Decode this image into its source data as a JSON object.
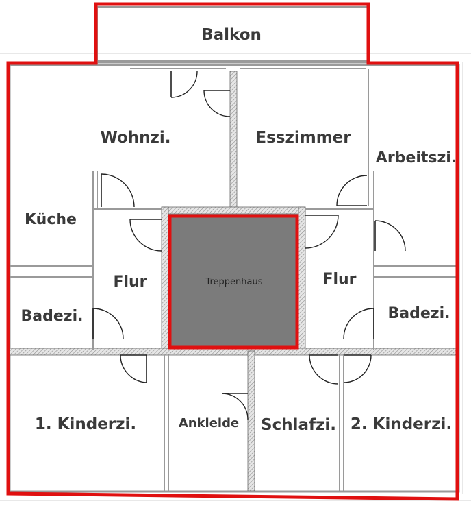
{
  "colors": {
    "outline": "#e01010",
    "stairwell_fill": "#7b7b7b",
    "wall": "#8a8a8a",
    "label": "#3a3a3a"
  },
  "rooms": {
    "balkon": "Balkon",
    "wohnzimmer": "Wohnzi.",
    "esszimmer": "Esszimmer",
    "arbeitszimmer": "Arbeitszi.",
    "kueche": "Küche",
    "flur_left": "Flur",
    "flur_right": "Flur",
    "treppenhaus": "Treppenhaus",
    "badezimmer_left": "Badezi.",
    "badezimmer_right": "Badezi.",
    "kinderzimmer_1": "1. Kinderzi.",
    "ankleide": "Ankleide",
    "schlafzimmer": "Schlafzi.",
    "kinderzimmer_2": "2. Kinderzi."
  }
}
